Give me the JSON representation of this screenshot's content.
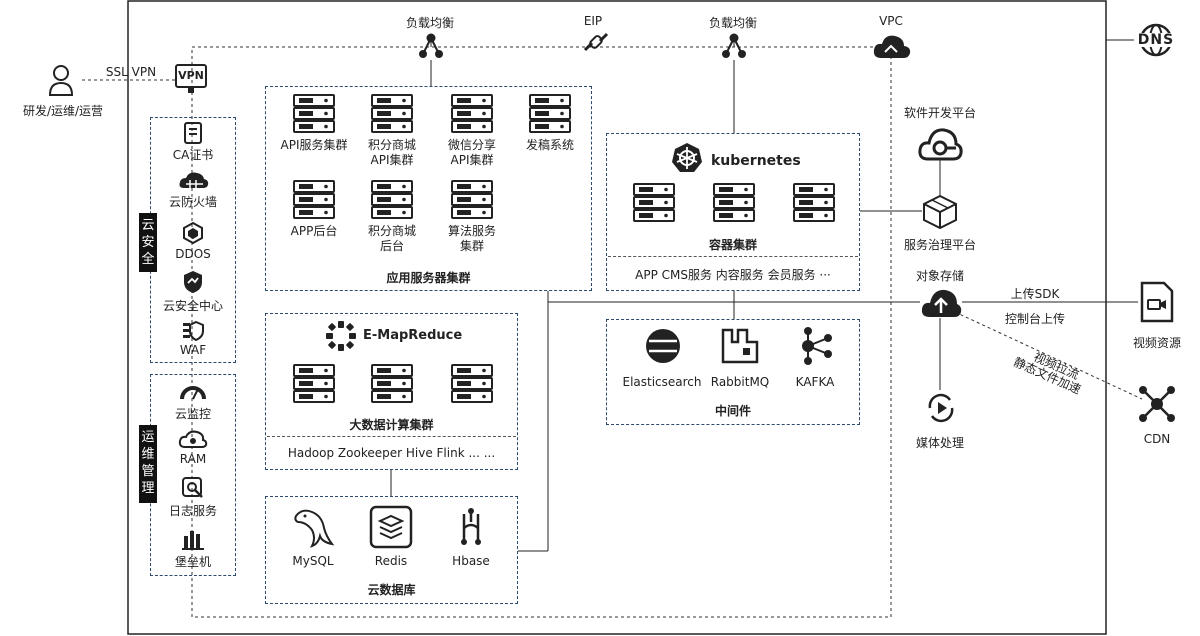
{
  "top": {
    "lb1": "负载均衡",
    "eip": "EIP",
    "lb2": "负载均衡",
    "vpc": "VPC"
  },
  "user": {
    "label": "研发/运维/运营",
    "ssl": "SSL VPN",
    "vpn": "VPN"
  },
  "security": {
    "title": "云安全",
    "items": [
      "CA证书",
      "云防火墙",
      "DDOS",
      "云安全中心",
      "WAF"
    ]
  },
  "ops": {
    "title": "运维管理",
    "items": [
      "云监控",
      "RAM",
      "日志服务",
      "堡垒机"
    ]
  },
  "app_cluster": {
    "title": "应用服务器集群",
    "servers": [
      "API服务集群",
      "积分商城\nAPI集群",
      "微信分享\nAPI集群",
      "发稿系统",
      "APP后台",
      "积分商城\n后台",
      "算法服务\n集群"
    ]
  },
  "bigdata": {
    "title": "大数据计算集群",
    "brand": "E-MapReduce",
    "components": "Hadoop Zookeeper Hive Flink ... ..."
  },
  "db": {
    "title": "云数据库",
    "items": [
      "MySQL",
      "Redis",
      "Hbase"
    ]
  },
  "k8s": {
    "brand": "kubernetes",
    "title": "容器集群",
    "services": "APP CMS服务 内容服务 会员服务 ···"
  },
  "middleware": {
    "title": "中间件",
    "items": [
      "Elasticsearch",
      "RabbitMQ",
      "KAFKA"
    ]
  },
  "right": {
    "devplatform": "软件开发平台",
    "governance": "服务治理平台",
    "oss": "对象存储",
    "media": "媒体处理",
    "upload_sdk": "上传SDK",
    "console_upload": "控制台上传",
    "video_res": "视频资源",
    "pull": "视频拉流",
    "static": "静态文件加速",
    "cdn": "CDN",
    "dns": "DNS"
  }
}
